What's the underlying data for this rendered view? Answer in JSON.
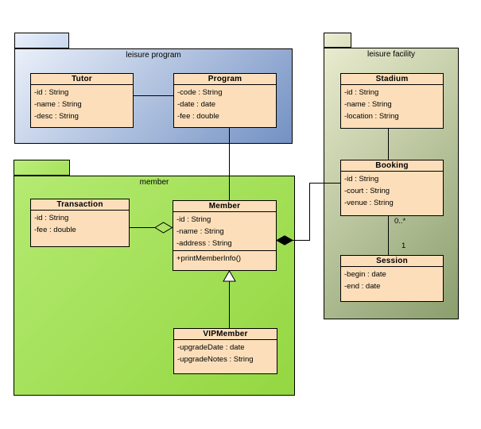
{
  "packages": {
    "leisure_program": {
      "label": "leisure program",
      "fill_start": "#eaf0fa",
      "fill_end": "#7391c3"
    },
    "member": {
      "label": "member",
      "fill_start": "#b4ea71",
      "fill_end": "#94d741"
    },
    "leisure_facility": {
      "label": "leisure facility",
      "fill_start": "#e9ebce",
      "fill_end": "#8a9e6d"
    }
  },
  "classes": {
    "tutor": {
      "name": "Tutor",
      "attributes": [
        "-id : String",
        "-name : String",
        "-desc : String"
      ]
    },
    "program": {
      "name": "Program",
      "attributes": [
        "-code : String",
        "-date : date",
        "-fee : double"
      ]
    },
    "transaction": {
      "name": "Transaction",
      "attributes": [
        "-id : String",
        "-fee : double"
      ]
    },
    "member": {
      "name": "Member",
      "attributes": [
        "-id : String",
        "-name : String",
        "-address : String"
      ],
      "operations": [
        "+printMemberInfo()"
      ]
    },
    "vip_member": {
      "name": "VIPMember",
      "attributes": [
        "-upgradeDate : date",
        "-upgradeNotes : String"
      ]
    },
    "stadium": {
      "name": "Stadium",
      "attributes": [
        "-id : String",
        "-name : String",
        "-location : String"
      ]
    },
    "booking": {
      "name": "Booking",
      "attributes": [
        "-id : String",
        "-court : String",
        "-venue : String"
      ]
    },
    "session": {
      "name": "Session",
      "attributes": [
        "-begin : date",
        "-end : date"
      ]
    }
  },
  "relationships": {
    "tutor_program": {
      "type": "association"
    },
    "program_member": {
      "type": "association"
    },
    "transaction_member": {
      "type": "aggregation"
    },
    "member_booking": {
      "type": "composition"
    },
    "vipmember_member": {
      "type": "generalization"
    },
    "stadium_booking": {
      "type": "association"
    },
    "booking_session": {
      "type": "association",
      "source_multiplicity": "0..*",
      "target_multiplicity": "1"
    }
  },
  "colors": {
    "class_fill": "#fcdfba",
    "border": "#000000",
    "background": "#ffffff"
  }
}
